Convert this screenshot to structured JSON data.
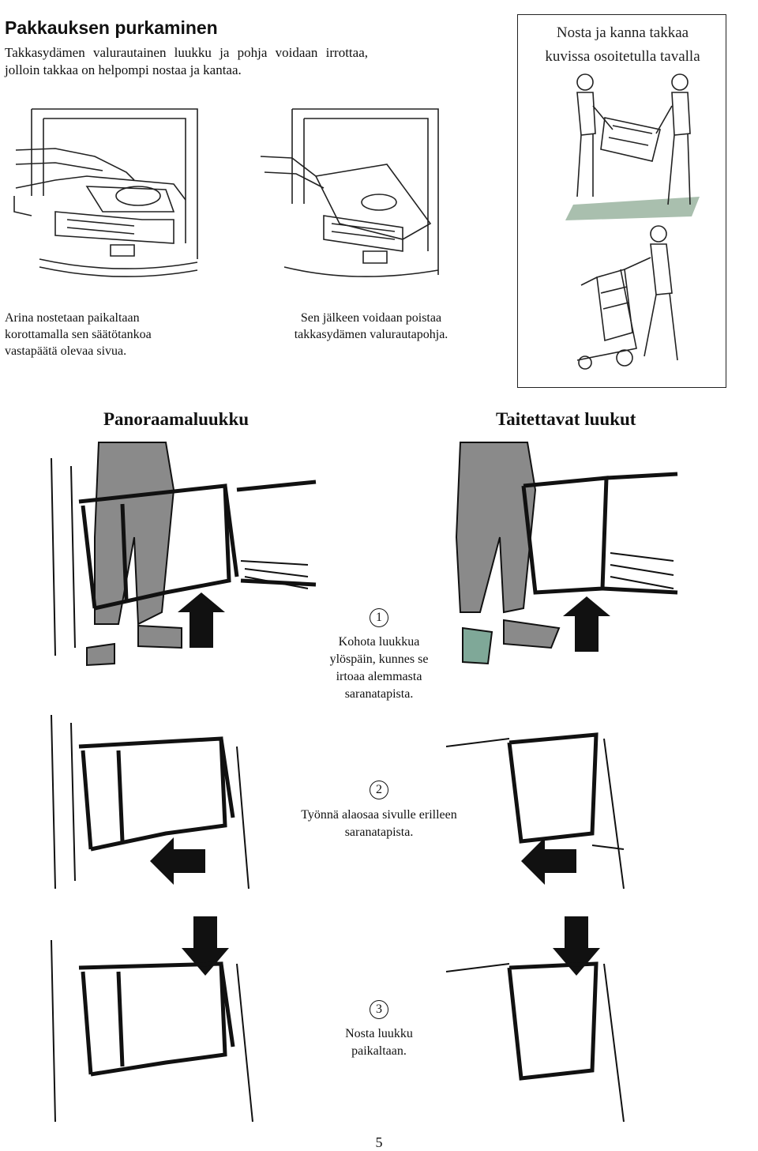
{
  "intro": {
    "title": "Pakkauksen purkaminen",
    "text": "Takkasydämen valurautainen luukku ja pohja voidaan irrottaa, jolloin takkaa on helpompi nostaa ja kantaa."
  },
  "carry": {
    "title_line1": "Nosta ja kanna takkaa",
    "title_line2": "kuvissa osoitetulla tavalla"
  },
  "captions": {
    "grate": [
      "Arina nostetaan paikaltaan",
      "korottamalla sen säätötankoa",
      "vastapäätä olevaa sivua."
    ],
    "base": [
      "Sen jälkeen voidaan poistaa",
      "takkasydämen valurautapohja."
    ]
  },
  "sections": {
    "panorama": "Panoraamaluukku",
    "folding": "Taitettavat luukut"
  },
  "steps": [
    {
      "num": "1",
      "text": [
        "Kohota luukkua",
        "ylöspäin, kunnes se",
        "irtoaa alemmasta",
        "saranatapista."
      ]
    },
    {
      "num": "2",
      "text": [
        "Työnnä alaosaa sivulle erilleen",
        "saranatapista."
      ]
    },
    {
      "num": "3",
      "text": [
        "Nosta luukku",
        "paikaltaan."
      ]
    }
  ],
  "page_number": "5",
  "colors": {
    "pants": "#8a8a8a",
    "shoe": "#7fa898",
    "floor": "#a9bfae",
    "ink": "#111111"
  }
}
